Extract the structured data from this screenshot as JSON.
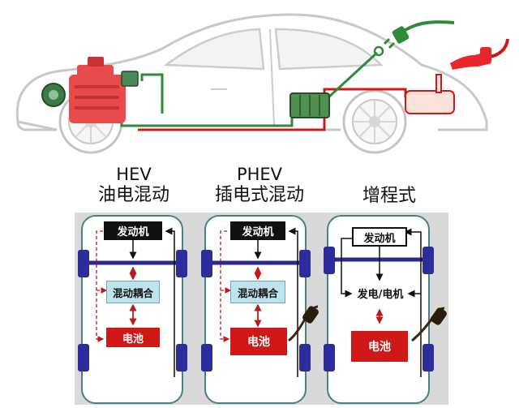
{
  "titles": {
    "hev": {
      "line1": "HEV",
      "line2": "油电混动"
    },
    "phev": {
      "line1": "PHEV",
      "line2": "插电式混动"
    },
    "erev": {
      "line1": "增程式"
    }
  },
  "diagrams": {
    "hev": {
      "engine": "发动机",
      "coupler": "混动耦合",
      "battery": "电池"
    },
    "phev": {
      "engine": "发动机",
      "coupler": "混动耦合",
      "battery": "电池"
    },
    "erev": {
      "engine": "发动机",
      "generator": "发电/电机",
      "battery": "电池"
    }
  },
  "colors": {
    "fuel_line": "#d01818",
    "electric_line": "#2e8b3a",
    "battery": "#d01818",
    "coupler": "#bfe3ec",
    "wheel": "#2c2c9c",
    "frame": "#4a7f86"
  },
  "icons": [
    "car-outline",
    "engine-icon",
    "battery-pack-icon",
    "fuel-tank-icon",
    "fuel-nozzle-icon",
    "electric-plug-icon"
  ]
}
